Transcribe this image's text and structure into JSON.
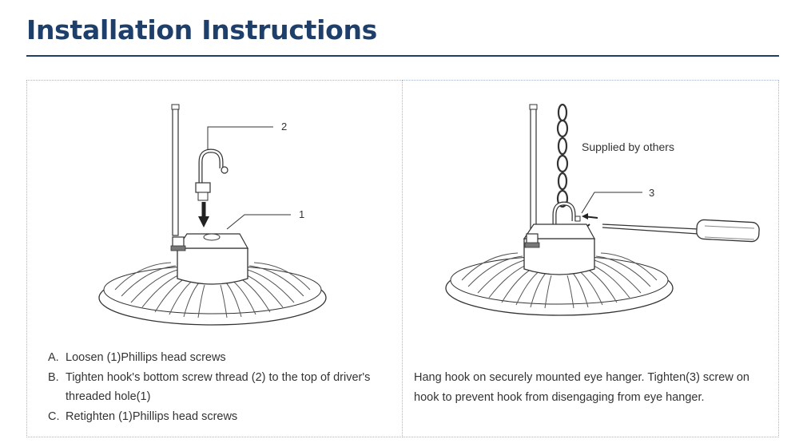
{
  "header": {
    "title": "Installation Instructions"
  },
  "left_panel": {
    "callouts": {
      "one": "1",
      "two": "2"
    },
    "steps": [
      {
        "letter": "A.",
        "text": "Loosen (1)Phillips head screws"
      },
      {
        "letter": "B.",
        "text": "Tighten hook's bottom screw thread (2) to the top of driver's threaded hole(1)"
      },
      {
        "letter": "C.",
        "text": "Retighten (1)Phillips head screws"
      }
    ]
  },
  "right_panel": {
    "supplied_label": "Supplied  by others",
    "callout_three": "3",
    "description": "Hang hook on securely mounted eye hanger. Tighten(3) screw on hook to prevent hook from disengaging from eye hanger."
  },
  "colors": {
    "title": "#1f3f6b",
    "rule": "#1f3f6b",
    "text": "#333333",
    "panel_border": "#a9b6c7"
  }
}
